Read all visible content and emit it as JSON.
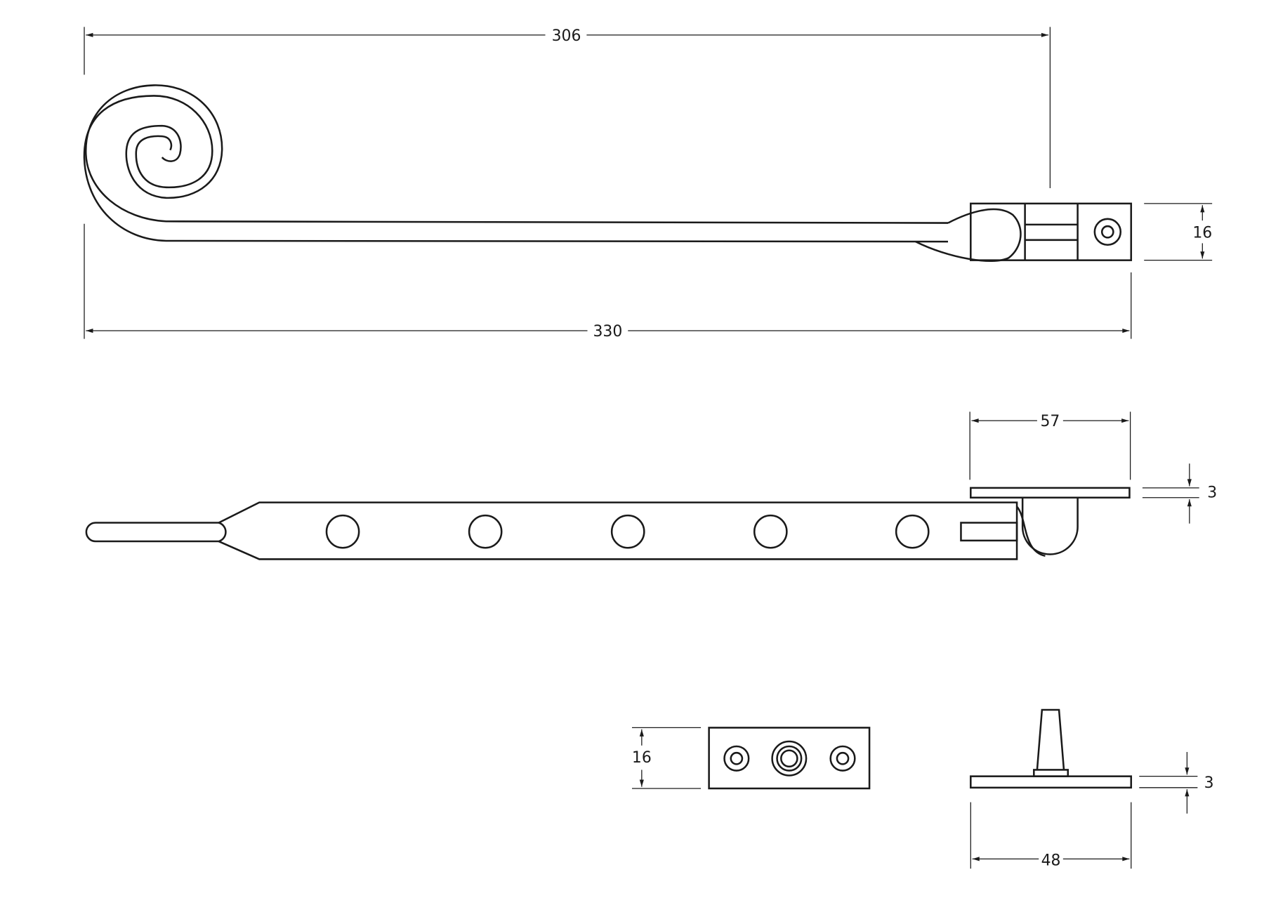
{
  "dimensions": {
    "overall_handle_length": "306",
    "overall_length": "330",
    "bracket_height_top": "16",
    "bracket_length": "57",
    "bracket_thickness": "3",
    "keep_height": "16",
    "pin_plate_thickness": "3",
    "pin_plate_length": "48"
  },
  "colors": {
    "line": "#1a1a1a",
    "background": "#ffffff"
  }
}
